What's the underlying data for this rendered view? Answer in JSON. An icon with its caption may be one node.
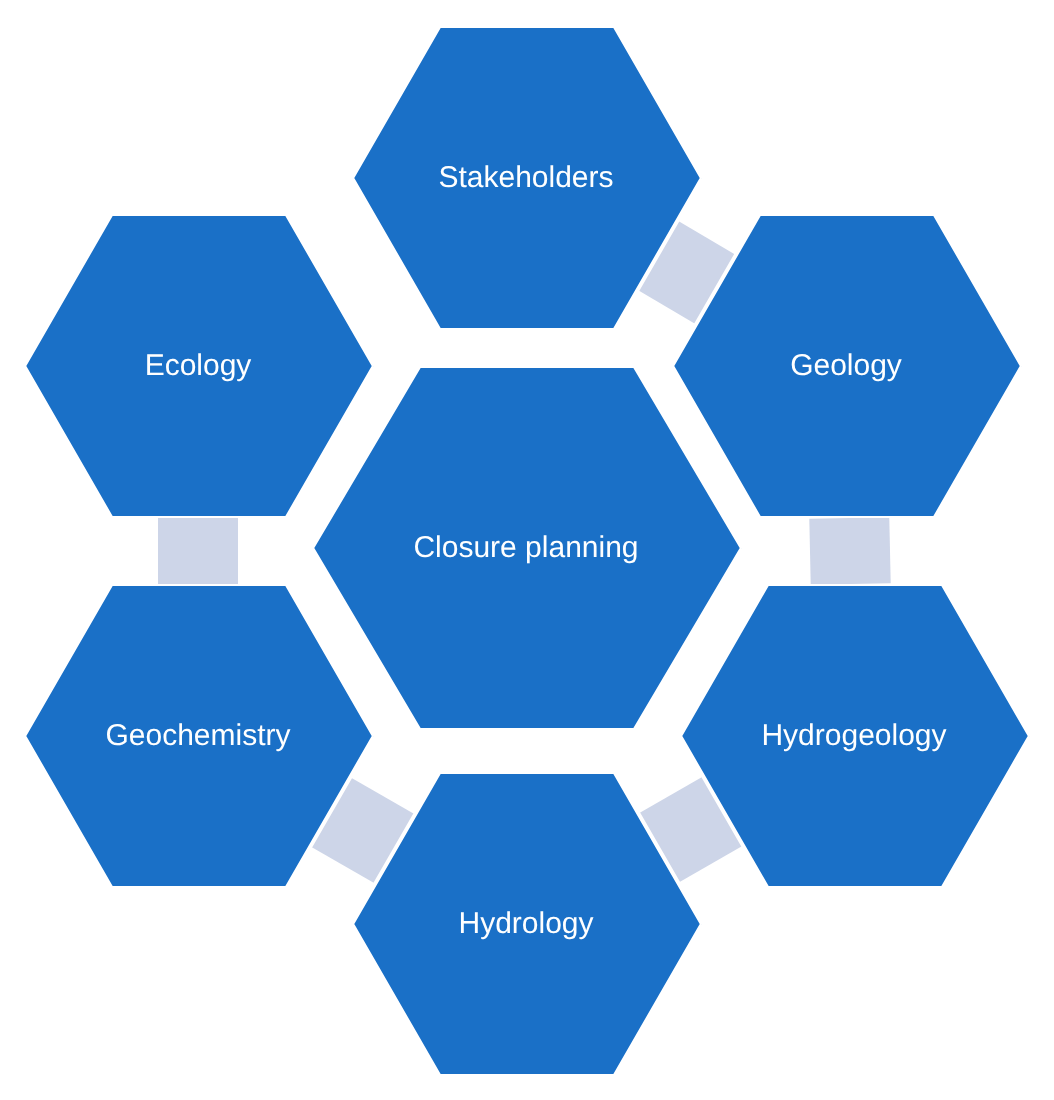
{
  "diagram": {
    "nodes": [
      {
        "text": [
          "Closure planning"
        ]
      },
      {
        "text": [
          "Stakeholders"
        ]
      },
      {
        "text": [
          "Geology"
        ]
      },
      {
        "text": [
          "Hydrogeology"
        ]
      },
      {
        "text": [
          "Hydrology"
        ]
      },
      {
        "text": [
          "Geochemistry"
        ]
      },
      {
        "text": [
          "Ecology"
        ]
      }
    ],
    "edges": [
      {
        "from": 1,
        "to": 2,
        "arrow": "none"
      },
      {
        "from": 2,
        "to": 3,
        "arrow": "none"
      },
      {
        "from": 3,
        "to": 4,
        "arrow": "none"
      },
      {
        "from": 4,
        "to": 5,
        "arrow": "none"
      },
      {
        "from": 5,
        "to": 6,
        "arrow": "none"
      }
    ]
  }
}
